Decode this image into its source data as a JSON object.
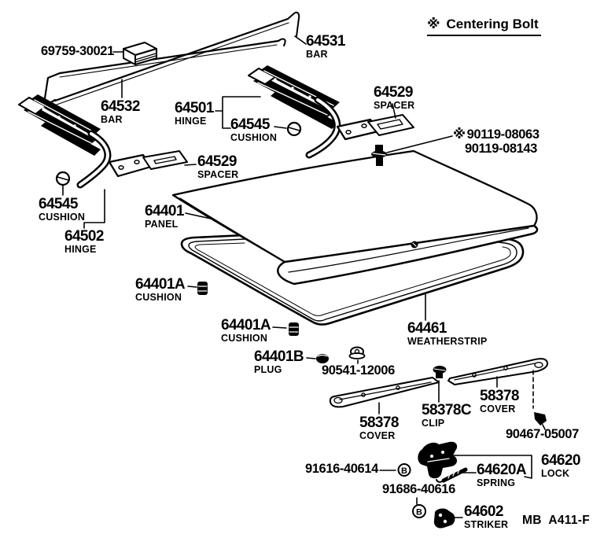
{
  "note": {
    "symbol": "※",
    "text": "Centering Bolt"
  },
  "footer": {
    "code": "MB  A411-F"
  },
  "marker": {
    "letter": "B"
  },
  "colors": {
    "line": "#000000",
    "background": "#ffffff"
  },
  "labels": [
    {
      "number": "69759-30021",
      "caption": ""
    },
    {
      "number": "64531",
      "caption": "BAR"
    },
    {
      "number": "64532",
      "caption": "BAR"
    },
    {
      "number": "64501",
      "caption": "HINGE"
    },
    {
      "number": "64545",
      "caption": "CUSHION"
    },
    {
      "number": "64529",
      "caption": "SPACER"
    },
    {
      "number": "90119-08063",
      "caption": "",
      "prefix": "※"
    },
    {
      "number": "90119-08143",
      "caption": ""
    },
    {
      "number": "64529",
      "caption": "SPACER"
    },
    {
      "number": "64545",
      "caption": "CUSHION"
    },
    {
      "number": "64502",
      "caption": "HINGE"
    },
    {
      "number": "64401",
      "caption": "PANEL"
    },
    {
      "number": "64401A",
      "caption": "CUSHION"
    },
    {
      "number": "64401A",
      "caption": "CUSHION"
    },
    {
      "number": "64401B",
      "caption": "PLUG"
    },
    {
      "number": "90541-12006",
      "caption": ""
    },
    {
      "number": "64461",
      "caption": "WEATHERSTRIP"
    },
    {
      "number": "58378",
      "caption": "COVER"
    },
    {
      "number": "58378C",
      "caption": "CLIP"
    },
    {
      "number": "58378",
      "caption": "COVER"
    },
    {
      "number": "90467-05007",
      "caption": ""
    },
    {
      "number": "91616-40614",
      "caption": ""
    },
    {
      "number": "64620A",
      "caption": "SPRING"
    },
    {
      "number": "64620",
      "caption": "LOCK"
    },
    {
      "number": "91686-40616",
      "caption": ""
    },
    {
      "number": "64602",
      "caption": "STRIKER"
    }
  ]
}
